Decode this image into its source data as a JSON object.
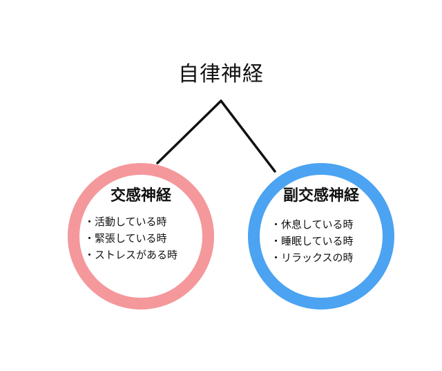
{
  "diagram": {
    "root": {
      "title": "自律神経"
    },
    "nodes": [
      {
        "title": "交感神経",
        "color": "#f4989c",
        "items": [
          "・活動している時",
          "・緊張している時",
          "・ストレスがある時"
        ]
      },
      {
        "title": "副交感神経",
        "color": "#4ba3f2",
        "items": [
          "・休息している時",
          "・睡眠している時",
          "・リラックスの時"
        ]
      }
    ],
    "line_color": "#111111"
  }
}
